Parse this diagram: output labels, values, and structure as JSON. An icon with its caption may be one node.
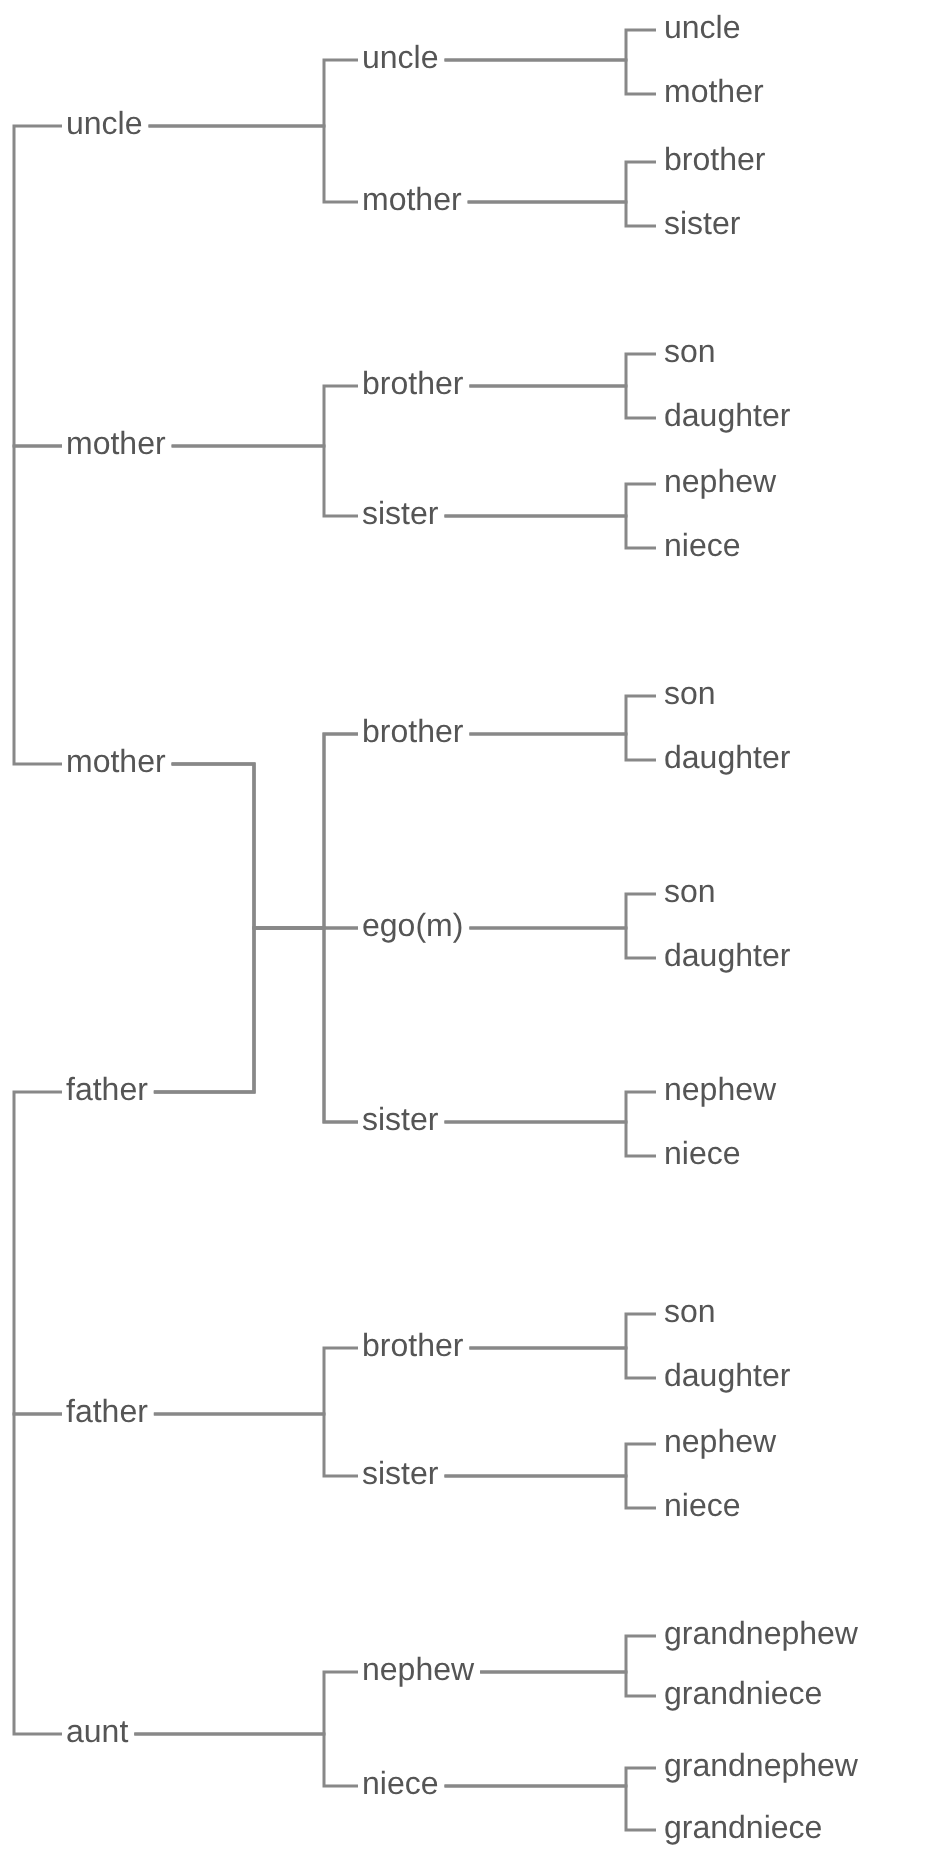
{
  "diagram": {
    "nodes": [
      {
        "text": [
          "uncle"
        ]
      },
      {
        "text": [
          "uncle"
        ]
      },
      {
        "text": [
          "uncle"
        ]
      },
      {
        "text": [
          "mother"
        ]
      },
      {
        "text": [
          "mother"
        ]
      },
      {
        "text": [
          "brother"
        ]
      },
      {
        "text": [
          "sister"
        ]
      },
      {
        "text": [
          "mother"
        ]
      },
      {
        "text": [
          "brother"
        ]
      },
      {
        "text": [
          "son"
        ]
      },
      {
        "text": [
          "daughter"
        ]
      },
      {
        "text": [
          "sister"
        ]
      },
      {
        "text": [
          "nephew"
        ]
      },
      {
        "text": [
          "niece"
        ]
      },
      {
        "text": [
          "mother"
        ]
      },
      {
        "text": [
          "father"
        ]
      },
      {
        "text": [
          "brother"
        ]
      },
      {
        "text": [
          "son"
        ]
      },
      {
        "text": [
          "daughter"
        ]
      },
      {
        "text": [
          "ego(m)"
        ]
      },
      {
        "text": [
          "son"
        ]
      },
      {
        "text": [
          "daughter"
        ]
      },
      {
        "text": [
          "sister"
        ]
      },
      {
        "text": [
          "nephew"
        ]
      },
      {
        "text": [
          "niece"
        ]
      },
      {
        "text": [
          "father"
        ]
      },
      {
        "text": [
          "brother"
        ]
      },
      {
        "text": [
          "son"
        ]
      },
      {
        "text": [
          "daughter"
        ]
      },
      {
        "text": [
          "sister"
        ]
      },
      {
        "text": [
          "nephew"
        ]
      },
      {
        "text": [
          "niece"
        ]
      },
      {
        "text": [
          "aunt"
        ]
      },
      {
        "text": [
          "nephew"
        ]
      },
      {
        "text": [
          "grandnephew"
        ]
      },
      {
        "text": [
          "grandniece"
        ]
      },
      {
        "text": [
          "niece"
        ]
      },
      {
        "text": [
          "grandnephew"
        ]
      },
      {
        "text": [
          "grandniece"
        ]
      }
    ],
    "edges": [
      {
        "from": 0,
        "to": 7,
        "arrow": "none"
      },
      {
        "from": 7,
        "to": 14,
        "arrow": "none"
      },
      {
        "from": 15,
        "to": 25,
        "arrow": "none"
      },
      {
        "from": 25,
        "to": 32,
        "arrow": "none"
      },
      {
        "from": 0,
        "to": 1,
        "arrow": "none"
      },
      {
        "from": 0,
        "to": 4,
        "arrow": "none"
      },
      {
        "from": 7,
        "to": 8,
        "arrow": "none"
      },
      {
        "from": 7,
        "to": 11,
        "arrow": "none"
      },
      {
        "from": 14,
        "to": 16,
        "arrow": "none"
      },
      {
        "from": 14,
        "to": 19,
        "arrow": "none"
      },
      {
        "from": 14,
        "to": 22,
        "arrow": "none"
      },
      {
        "from": 15,
        "to": 16,
        "arrow": "none"
      },
      {
        "from": 15,
        "to": 19,
        "arrow": "none"
      },
      {
        "from": 15,
        "to": 22,
        "arrow": "none"
      },
      {
        "from": 25,
        "to": 26,
        "arrow": "none"
      },
      {
        "from": 25,
        "to": 29,
        "arrow": "none"
      },
      {
        "from": 32,
        "to": 33,
        "arrow": "none"
      },
      {
        "from": 32,
        "to": 36,
        "arrow": "none"
      },
      {
        "from": 1,
        "to": 2,
        "arrow": "none"
      },
      {
        "from": 1,
        "to": 3,
        "arrow": "none"
      },
      {
        "from": 4,
        "to": 5,
        "arrow": "none"
      },
      {
        "from": 4,
        "to": 6,
        "arrow": "none"
      },
      {
        "from": 8,
        "to": 9,
        "arrow": "none"
      },
      {
        "from": 8,
        "to": 10,
        "arrow": "none"
      },
      {
        "from": 11,
        "to": 12,
        "arrow": "none"
      },
      {
        "from": 11,
        "to": 13,
        "arrow": "none"
      },
      {
        "from": 16,
        "to": 17,
        "arrow": "none"
      },
      {
        "from": 16,
        "to": 18,
        "arrow": "none"
      },
      {
        "from": 19,
        "to": 20,
        "arrow": "none"
      },
      {
        "from": 19,
        "to": 21,
        "arrow": "none"
      },
      {
        "from": 22,
        "to": 23,
        "arrow": "none"
      },
      {
        "from": 22,
        "to": 24,
        "arrow": "none"
      },
      {
        "from": 26,
        "to": 27,
        "arrow": "none"
      },
      {
        "from": 26,
        "to": 28,
        "arrow": "none"
      },
      {
        "from": 29,
        "to": 30,
        "arrow": "none"
      },
      {
        "from": 29,
        "to": 31,
        "arrow": "none"
      },
      {
        "from": 33,
        "to": 34,
        "arrow": "none"
      },
      {
        "from": 33,
        "to": 35,
        "arrow": "none"
      },
      {
        "from": 36,
        "to": 37,
        "arrow": "none"
      },
      {
        "from": 36,
        "to": 38,
        "arrow": "none"
      }
    ]
  }
}
